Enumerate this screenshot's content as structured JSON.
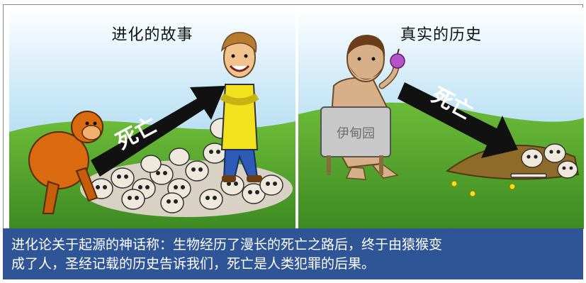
{
  "panels": {
    "left": {
      "title": "进化的故事",
      "arrow_label": "死亡"
    },
    "right": {
      "title": "真实的历史",
      "arrow_label": "死亡",
      "sign_text": "伊甸园"
    }
  },
  "caption": {
    "line1": "进化论关于起源的神话称：生物经历了漫长的死亡之路后，终于由猿猴变",
    "line2": "成了人，圣经记载的历史告诉我们，死亡是人类犯罪的后果。"
  },
  "colors": {
    "sky_top": "#a9d8f0",
    "grass": "#4f9a2c",
    "caption_bg": "#2f5597",
    "caption_text": "#ffffff"
  }
}
